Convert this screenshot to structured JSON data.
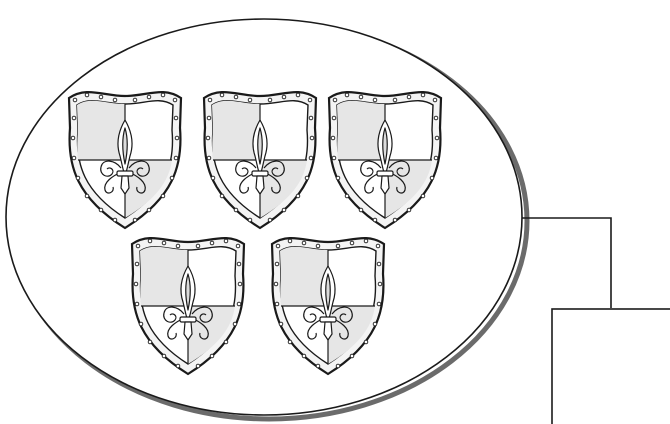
{
  "diagram": {
    "group_count": 5,
    "items": [
      {
        "kind": "shield",
        "emblem": "fleur-de-lis"
      },
      {
        "kind": "shield",
        "emblem": "fleur-de-lis"
      },
      {
        "kind": "shield",
        "emblem": "fleur-de-lis"
      },
      {
        "kind": "shield",
        "emblem": "fleur-de-lis"
      },
      {
        "kind": "shield",
        "emblem": "fleur-de-lis"
      }
    ],
    "answer_box_value": "",
    "colors": {
      "line": "#1a1a1a",
      "shadow": "#6b6b6b",
      "shield_fill": "#f4f4f4",
      "shield_shade": "#dcdcdc",
      "background": "#ffffff"
    }
  }
}
